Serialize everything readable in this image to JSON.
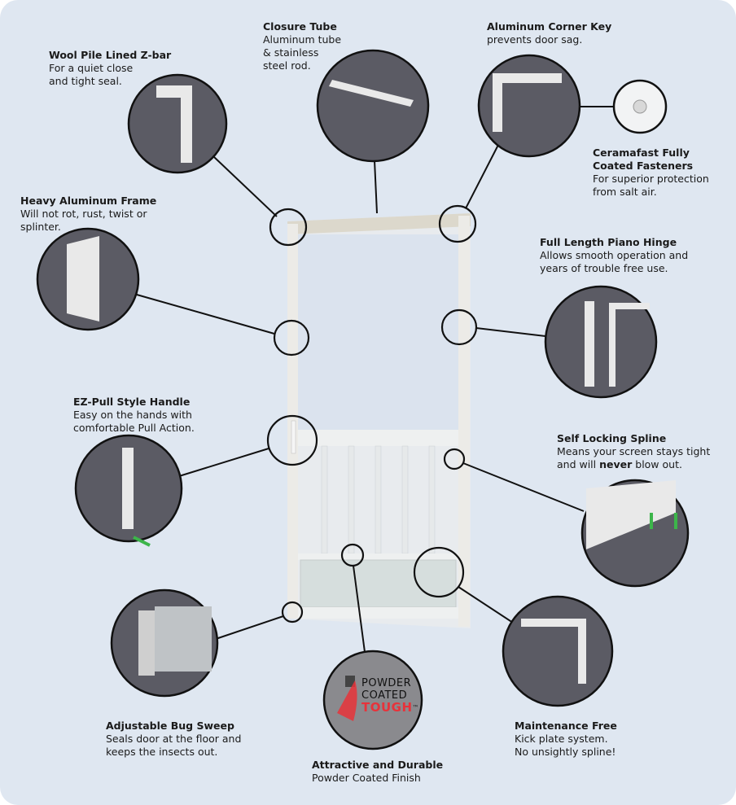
{
  "callouts": [
    {
      "title": "Wool Pile Lined Z-bar",
      "lines": [
        "For a quiet close",
        "and tight seal."
      ]
    },
    {
      "title": "Closure Tube",
      "lines": [
        "Aluminum tube",
        "& stainless",
        "steel rod."
      ]
    },
    {
      "title": "Aluminum Corner Key",
      "lines": [
        "prevents door sag."
      ]
    },
    {
      "title": "Ceramafast Fully",
      "title2": "Coated Fasteners",
      "lines": [
        "For superior protection",
        "from salt air."
      ]
    },
    {
      "title": "Heavy Aluminum Frame",
      "lines": [
        "Will not rot, rust, twist or",
        "splinter."
      ]
    },
    {
      "title": "Full Length Piano Hinge",
      "lines": [
        "Allows smooth operation and",
        "years of trouble free use."
      ]
    },
    {
      "title": "EZ-Pull Style Handle",
      "lines": [
        "Easy on the hands with",
        "comfortable Pull Action."
      ]
    },
    {
      "title": "Self Locking Spline",
      "lines": [
        "Means your screen stays tight"
      ],
      "line2a": "and will ",
      "line2b": "never",
      "line2c": " blow out."
    },
    {
      "title": "Adjustable Bug Sweep",
      "lines": [
        "Seals door at the floor and",
        "keeps the insects out."
      ]
    },
    {
      "title": "Attractive and Durable",
      "lines": [
        "Powder Coated Finish"
      ]
    },
    {
      "title": "Maintenance Free",
      "lines": [
        "Kick plate system.",
        "No unsightly spline!"
      ]
    }
  ],
  "logo": {
    "line1": "POWDER",
    "line2": "COATED",
    "line3": "TOUGH",
    "tm": "™"
  },
  "colors": {
    "background": "#dfe7f1",
    "circle_fill": "#5b5b64",
    "accent": "#e8323a"
  }
}
